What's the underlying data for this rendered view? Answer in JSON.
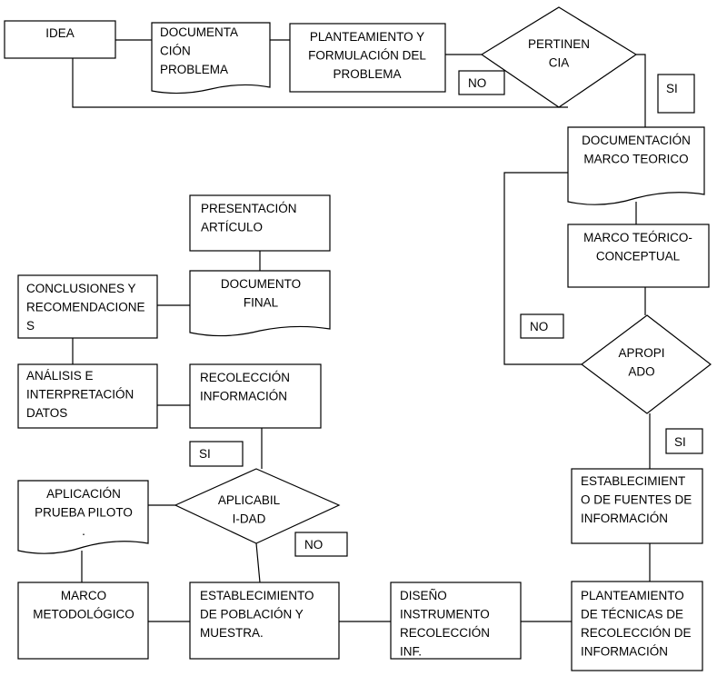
{
  "nodes": {
    "idea": [
      "IDEA"
    ],
    "documentacion_problema": [
      "DOCUMENTA",
      "CIÓN",
      "PROBLEMA"
    ],
    "planteamiento_problema": [
      "PLANTEAMIENTO Y",
      "FORMULACIÓN DEL",
      "PROBLEMA"
    ],
    "pertinencia": [
      "PERTINEN",
      "CIA"
    ],
    "no_pertinencia": [
      "NO"
    ],
    "si_pertinencia": [
      "SI"
    ],
    "documentacion_marco": [
      "DOCUMENTACIÓN",
      "MARCO TEORICO"
    ],
    "marco_teorico": [
      "MARCO TEÓRICO-",
      "CONCEPTUAL"
    ],
    "apropiado": [
      "APROPI",
      "ADO"
    ],
    "no_apropiado": [
      "NO"
    ],
    "si_apropiado": [
      "SI"
    ],
    "fuentes": [
      "ESTABLECIMIENT",
      "O DE FUENTES DE",
      "INFORMACIÓN"
    ],
    "tecnicas": [
      "PLANTEAMIENTO",
      "DE TÉCNICAS DE",
      "RECOLECCIÓN DE",
      "INFORMACIÓN"
    ],
    "diseno_instrumento": [
      "DISEÑO",
      "INSTRUMENTO",
      "RECOLECCIÓN",
      "INF."
    ],
    "poblacion": [
      "ESTABLECIMIENTO",
      "DE POBLACIÓN Y",
      "MUESTRA."
    ],
    "marco_metodologico": [
      "MARCO",
      "METODOLÓGICO"
    ],
    "prueba_piloto": [
      "APLICACIÓN",
      "PRUEBA PILOTO",
      "."
    ],
    "aplicabilidad": [
      "APLICABIL",
      "I-DAD"
    ],
    "no_aplicabilidad": [
      "NO"
    ],
    "si_aplicabilidad": [
      "SI"
    ],
    "recoleccion": [
      "RECOLECCIÓN",
      "INFORMACIÓN"
    ],
    "analisis": [
      "ANÁLISIS E",
      "INTERPRETACIÓN",
      "DATOS"
    ],
    "conclusiones": [
      "CONCLUSIONES Y",
      "RECOMENDACIONE",
      "S"
    ],
    "documento_final": [
      "DOCUMENTO",
      "FINAL"
    ],
    "presentacion": [
      "PRESENTACIÓN",
      "ARTÍCULO"
    ]
  }
}
